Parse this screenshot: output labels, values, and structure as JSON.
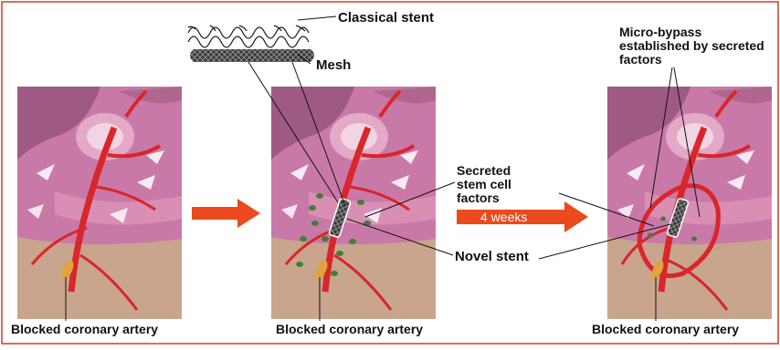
{
  "labels": {
    "classical_stent": "Classical stent",
    "mesh": "Mesh",
    "micro_bypass": [
      "Micro-bypass",
      "established by secreted",
      "factors"
    ],
    "secreted_factors": [
      "Secreted",
      "stem  cell",
      "factors"
    ],
    "four_weeks": "4 weeks",
    "novel_stent": "Novel stent",
    "blocked_artery_1": "Blocked coronary artery",
    "blocked_artery_2": "Blocked coronary artery",
    "blocked_artery_3": "Blocked coronary artery"
  },
  "colors": {
    "heart_bg": "#c979a8",
    "heart_light": "#e3a9c6",
    "artery": "#d8262a",
    "arrow": "#ea4a1e",
    "factor_dots": "#3f7f3a",
    "frame": "#d53a1d",
    "blockage": "#e3a33b"
  },
  "icons": [
    "stent-icon",
    "mesh-icon",
    "arrow-right-icon"
  ]
}
